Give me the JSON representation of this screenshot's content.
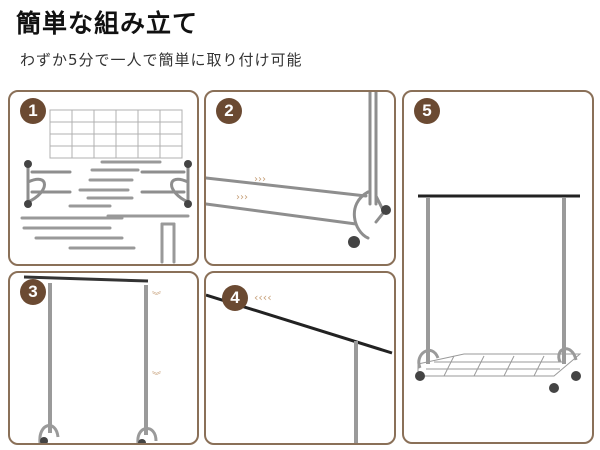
{
  "header": {
    "title": "簡単な組み立て",
    "subtitle": "わずか5分で一人で簡単に取り付け可能"
  },
  "steps": [
    {
      "number": "1",
      "image": "parts-layout"
    },
    {
      "number": "2",
      "image": "insert-side-poles"
    },
    {
      "number": "5",
      "image": "assembled-rack"
    },
    {
      "number": "3",
      "image": "attach-top-bar"
    },
    {
      "number": "4",
      "image": "adjust-top-rail"
    }
  ],
  "colors": {
    "panel_border": "#8a7058",
    "badge": "#6b4a32",
    "metal": "#9a9a9a",
    "arrow": "#c8a27c"
  }
}
